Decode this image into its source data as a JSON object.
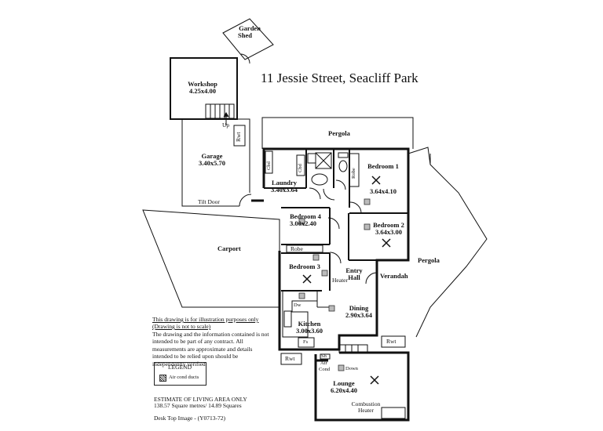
{
  "title": "11 Jessie Street,  Seacliff Park",
  "rooms": {
    "garden_shed": [
      "Garden",
      "Shed"
    ],
    "workshop": {
      "name": "Workshop",
      "size": "4.25x4.00"
    },
    "garage": {
      "name": "Garage",
      "size": "3.40x5.70"
    },
    "laundry": {
      "name": "Laundry",
      "size": "3.40x3.64"
    },
    "bedroom1": {
      "name": "Bedroom 1",
      "size": "3.64x4.10"
    },
    "bedroom2": {
      "name": "Bedroom 2",
      "size": "3.64x3.00"
    },
    "bedroom3": {
      "name": "Bedroom 3"
    },
    "bedroom4": {
      "name": "Bedroom 4",
      "size": "3.00x2.40"
    },
    "entry_hall": [
      "Entry",
      "Hall"
    ],
    "dining": {
      "name": "Dining",
      "size": "2.90x3.64"
    },
    "kitchen": {
      "name": "Kitchen",
      "size": "3.00x3.60"
    },
    "lounge": {
      "name": "Lounge",
      "size": "6.20x4.40"
    },
    "carport": "Carport",
    "verandah": "Verandah",
    "pergola": "Pergola"
  },
  "labels": {
    "up": "Up",
    "rwt": "Rwt",
    "tilt_door": "Tilt Door",
    "cbd": "Cbd",
    "robe": "Robe",
    "heater": "Heater",
    "dw": "Dw",
    "fs": "Fs",
    "sh": "Sh",
    "air_cond": [
      "Air",
      "Cond"
    ],
    "down": "Down",
    "combustion_heater": [
      "Combustion",
      "Heater"
    ]
  },
  "disclaimer": {
    "line1": "This drawing is for illustration purposes only",
    "line2": "(Drawing is not to scale)",
    "body": "The drawing and the information contained is not intended to be part of any contract.  All measurements are approximate and details intended to be relied upon should be independently verified."
  },
  "legend": {
    "title": "LEGEND",
    "item": "Air cond ducts"
  },
  "estimate": {
    "line1": "ESTIMATE OF LIVING AREA ONLY",
    "line2": "138.57 Square metres/  14.89 Squares"
  },
  "footer": "Desk Top Image -  (Y0713-72)"
}
